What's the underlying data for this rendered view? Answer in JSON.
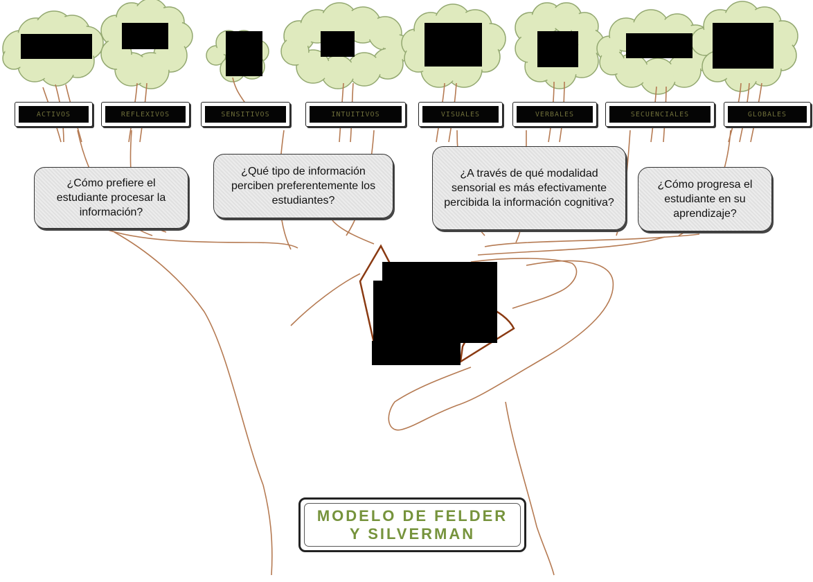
{
  "pole_labels": [
    {
      "id": "activos",
      "text": "ACTIVOS"
    },
    {
      "id": "reflexivos",
      "text": "REFLEXIVOS"
    },
    {
      "id": "sensitivos",
      "text": "SENSITIVOS"
    },
    {
      "id": "intuitivos",
      "text": "INTUITIVOS"
    },
    {
      "id": "visuales",
      "text": "VISUALES"
    },
    {
      "id": "verbales",
      "text": "VERBALES"
    },
    {
      "id": "secuenciales",
      "text": "SECUENCIALES"
    },
    {
      "id": "globales",
      "text": "GLOBALES"
    }
  ],
  "questions": [
    {
      "id": "procesamiento",
      "text": "¿Cómo prefiere el estudiante procesar la información?"
    },
    {
      "id": "percepcion",
      "text": "¿Qué tipo de información perciben preferentemente los estudiantes?"
    },
    {
      "id": "entrada",
      "text": "¿A través de qué modalidad sensorial es más efectivamente percibida la información cognitiva?"
    },
    {
      "id": "comprension",
      "text": "¿Cómo progresa el estudiante en su aprendizaje?"
    }
  ],
  "title": {
    "line1": "MODELO DE FELDER",
    "line2": "Y SILVERMAN"
  },
  "colors": {
    "trunk_stroke": "#b57a52",
    "scroll_stroke": "#8a3a12",
    "cloud_fill": "#dfeabe",
    "cloud_stroke": "#93a870",
    "title_text": "#76933c",
    "redaction": "#000000"
  }
}
